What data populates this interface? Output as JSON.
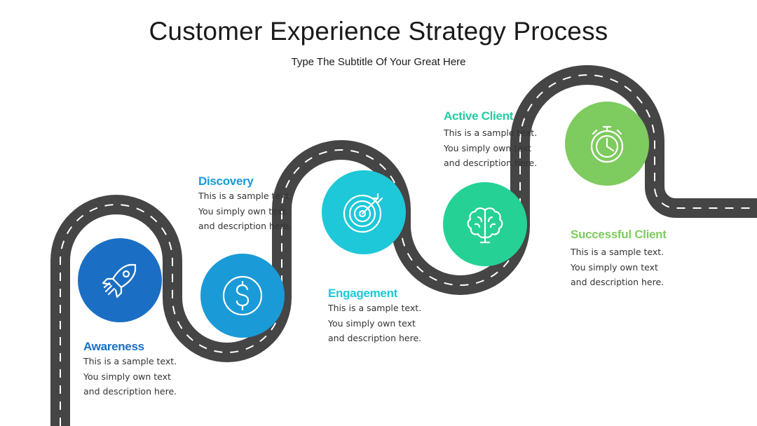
{
  "header": {
    "title": "Customer Experience Strategy Process",
    "subtitle": "Type The Subtitle Of Your Great Here"
  },
  "colors": {
    "road": "#454545",
    "road_dash": "#ffffff",
    "awareness": "#1a6fc4",
    "discovery": "#1a9ad6",
    "engagement": "#1ec8d8",
    "active_client": "#26d195",
    "successful_client": "#7ecb5f",
    "title_awareness": "#1a6fc4",
    "title_discovery": "#1a9ad6",
    "title_engagement": "#1ec8d8",
    "title_active": "#26c9a0",
    "title_successful": "#7ecb5f"
  },
  "steps": [
    {
      "title": "Awareness",
      "icon": "rocket-icon",
      "lines": [
        "This is a sample text.",
        "You simply own text",
        "and description here."
      ]
    },
    {
      "title": "Discovery",
      "icon": "dollar-icon",
      "lines": [
        "This is a sample text.",
        "You simply own text",
        "and description here."
      ]
    },
    {
      "title": "Engagement",
      "icon": "target-icon",
      "lines": [
        "This is a sample text.",
        "You simply own text",
        "and description here."
      ]
    },
    {
      "title": "Active Client",
      "icon": "brain-icon",
      "lines": [
        "This is a sample text.",
        "You simply own text",
        "and description here."
      ]
    },
    {
      "title": "Successful Client",
      "icon": "stopwatch-icon",
      "lines": [
        "This is a sample text.",
        "You simply own text",
        "and description here."
      ]
    }
  ]
}
